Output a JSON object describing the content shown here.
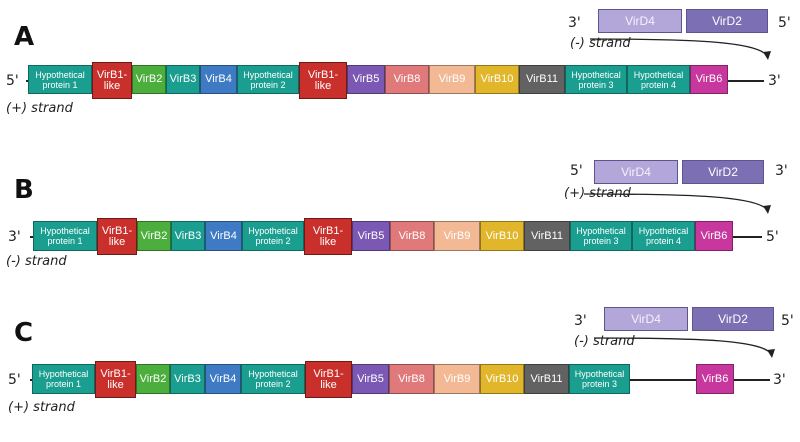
{
  "colors": {
    "hypothetical": "#1a9e90",
    "virb1": "#c9302c",
    "virb2": "#4cae3c",
    "virb3": "#1a9e90",
    "virb4": "#3e7bc4",
    "virb5": "#7b58b3",
    "virb8": "#e07a7a",
    "virb9": "#f3b894",
    "virb10": "#e2b62a",
    "virb11": "#626262",
    "virb6": "#c8379d",
    "vird4": "#b3a6d8",
    "vird2": "#7d6fb3"
  },
  "panels": [
    {
      "letter": "A",
      "main_left_end": "5'",
      "main_right_end": "3'",
      "main_strand": "(+) strand",
      "vird_left_end": "3'",
      "vird_right_end": "5'",
      "vird_strand": "(-) strand",
      "genes": [
        {
          "label": "Hypothetical\nprotein 1",
          "key": "hypothetical"
        },
        {
          "label": "VirB1-\nlike",
          "key": "virb1"
        },
        {
          "label": "VirB2",
          "key": "virb2"
        },
        {
          "label": "VirB3",
          "key": "virb3"
        },
        {
          "label": "VirB4",
          "key": "virb4"
        },
        {
          "label": "Hypothetical\nprotein 2",
          "key": "hypothetical"
        },
        {
          "label": "VirB1-\nlike",
          "key": "virb1"
        },
        {
          "label": "VirB5",
          "key": "virb5"
        },
        {
          "label": "VirB8",
          "key": "virb8"
        },
        {
          "label": "VirB9",
          "key": "virb9"
        },
        {
          "label": "VirB10",
          "key": "virb10"
        },
        {
          "label": "VirB11",
          "key": "virb11"
        },
        {
          "label": "Hypothetical\nprotein 3",
          "key": "hypothetical"
        },
        {
          "label": "Hypothetical\nprotein 4",
          "key": "hypothetical"
        },
        {
          "label": "VirB6",
          "key": "virb6"
        }
      ],
      "vird_genes": [
        {
          "label": "VirD4",
          "key": "vird4"
        },
        {
          "label": "VirD2",
          "key": "vird2"
        }
      ]
    },
    {
      "letter": "B",
      "main_left_end": "3'",
      "main_right_end": "5'",
      "main_strand": "(-) strand",
      "vird_left_end": "5'",
      "vird_right_end": "3'",
      "vird_strand": "(+) strand",
      "genes": [
        {
          "label": "Hypothetical\nprotein 1",
          "key": "hypothetical"
        },
        {
          "label": "VirB1-\nlike",
          "key": "virb1"
        },
        {
          "label": "VirB2",
          "key": "virb2"
        },
        {
          "label": "VirB3",
          "key": "virb3"
        },
        {
          "label": "VirB4",
          "key": "virb4"
        },
        {
          "label": "Hypothetical\nprotein 2",
          "key": "hypothetical"
        },
        {
          "label": "VirB1-\nlike",
          "key": "virb1"
        },
        {
          "label": "VirB5",
          "key": "virb5"
        },
        {
          "label": "VirB8",
          "key": "virb8"
        },
        {
          "label": "VirB9",
          "key": "virb9"
        },
        {
          "label": "VirB10",
          "key": "virb10"
        },
        {
          "label": "VirB11",
          "key": "virb11"
        },
        {
          "label": "Hypothetical\nprotein 3",
          "key": "hypothetical"
        },
        {
          "label": "Hypothetical\nprotein 4",
          "key": "hypothetical"
        },
        {
          "label": "VirB6",
          "key": "virb6"
        }
      ],
      "vird_genes": [
        {
          "label": "VirD4",
          "key": "vird4"
        },
        {
          "label": "VirD2",
          "key": "vird2"
        }
      ]
    },
    {
      "letter": "C",
      "main_left_end": "5'",
      "main_right_end": "3'",
      "main_strand": "(+) strand",
      "vird_left_end": "3'",
      "vird_right_end": "5'",
      "vird_strand": "(-) strand",
      "genes": [
        {
          "label": "Hypothetical\nprotein 1",
          "key": "hypothetical"
        },
        {
          "label": "VirB1-\nlike",
          "key": "virb1"
        },
        {
          "label": "VirB2",
          "key": "virb2"
        },
        {
          "label": "VirB3",
          "key": "virb3"
        },
        {
          "label": "VirB4",
          "key": "virb4"
        },
        {
          "label": "Hypothetical\nprotein 2",
          "key": "hypothetical"
        },
        {
          "label": "VirB1-\nlike",
          "key": "virb1"
        },
        {
          "label": "VirB5",
          "key": "virb5"
        },
        {
          "label": "VirB8",
          "key": "virb8"
        },
        {
          "label": "VirB9",
          "key": "virb9"
        },
        {
          "label": "VirB10",
          "key": "virb10"
        },
        {
          "label": "VirB11",
          "key": "virb11"
        },
        {
          "label": "Hypothetical\nprotein 3",
          "key": "hypothetical"
        },
        {
          "label": "VirB6",
          "key": "virb6"
        }
      ],
      "vird_genes": [
        {
          "label": "VirD4",
          "key": "vird4"
        },
        {
          "label": "VirD2",
          "key": "vird2"
        }
      ]
    }
  ]
}
